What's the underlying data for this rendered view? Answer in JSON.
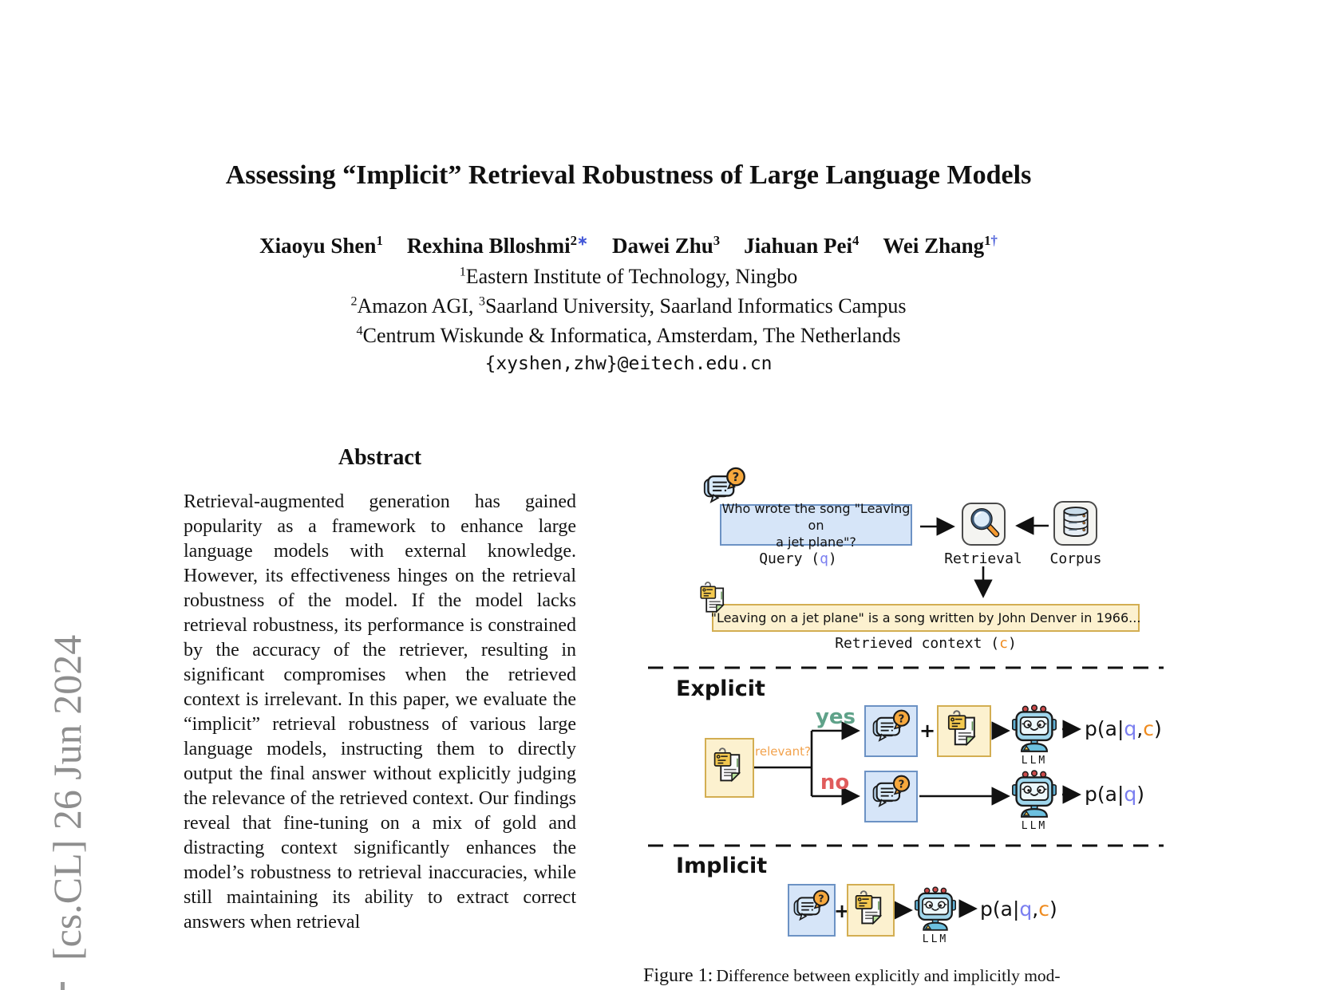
{
  "arxiv_sidebar": {
    "text": "[cs.CL] 26 Jun 2024"
  },
  "header": {
    "title": "Assessing “Implicit” Retrieval Robustness of Large Language Models",
    "authors": [
      {
        "name": "Xiaoyu Shen",
        "sup": "1",
        "mark": ""
      },
      {
        "name": "Rexhina Blloshmi",
        "sup": "2",
        "mark": "∗"
      },
      {
        "name": "Dawei Zhu",
        "sup": "3",
        "mark": ""
      },
      {
        "name": "Jiahuan Pei",
        "sup": "4",
        "mark": ""
      },
      {
        "name": "Wei Zhang",
        "sup": "1",
        "mark": "†"
      }
    ],
    "affiliations": [
      {
        "parts": [
          {
            "sup": "1",
            "text": "Eastern Institute of Technology, Ningbo"
          }
        ]
      },
      {
        "parts": [
          {
            "sup": "2",
            "text": "Amazon AGI, "
          },
          {
            "sup": "3",
            "text": "Saarland University, Saarland Informatics Campus"
          }
        ]
      },
      {
        "parts": [
          {
            "sup": "4",
            "text": "Centrum Wiskunde & Informatica, Amsterdam, The Netherlands"
          }
        ]
      }
    ],
    "email": "{xyshen,zhw}@eitech.edu.cn"
  },
  "abstract": {
    "heading": "Abstract",
    "text": "Retrieval-augmented generation has gained popularity as a framework to enhance large language models with external knowledge. However, its effectiveness hinges on the retrieval robustness of the model. If the model lacks retrieval robustness, its performance is constrained by the accuracy of the retriever, resulting in significant compromises when the retrieved context is irrelevant. In this paper, we evaluate the “implicit” retrieval robustness of various large language models, instructing them to directly output the final answer without explicitly judging the relevance of the retrieved context. Our findings reveal that fine-tuning on a mix of gold and distracting context significantly enhances the model’s robustness to retrieval inaccuracies, while still maintaining its ability to extract correct answers when retrieval"
  },
  "figure": {
    "pipeline": {
      "query": {
        "icon": "chat-question-icon",
        "box_text": "Who wrote the song \"Leaving on\na jet plane\"?",
        "label_pre": "Query (",
        "label_var": "q",
        "label_post": ")"
      },
      "retrieval": {
        "icon": "magnifier-icon",
        "label": "Retrieval"
      },
      "corpus": {
        "icon": "database-icon",
        "label": "Corpus"
      },
      "context": {
        "icon": "document-icon",
        "box_text": "\"Leaving on a jet plane\" is a song written by John Denver in 1966...",
        "label_pre": "Retrieved context (",
        "label_var": "c",
        "label_post": ")"
      }
    },
    "explicit": {
      "section_label": "Explicit",
      "relevant_label": "relevant?",
      "yes_label": "yes",
      "no_label": "no",
      "plus": "+",
      "llm_label": "LLM",
      "output_qc": {
        "pre": "p(a|",
        "q": "q",
        "comma": ",",
        "c": "c",
        "post": ")"
      },
      "output_q": {
        "pre": "p(a|",
        "q": "q",
        "post": ")"
      }
    },
    "implicit": {
      "section_label": "Implicit",
      "plus": "+",
      "llm_label": "LLM",
      "output_qc": {
        "pre": "p(a|",
        "q": "q",
        "comma": ",",
        "c": "c",
        "post": ")"
      }
    },
    "caption": {
      "label": "Figure 1:",
      "text": "Difference between explicitly and implicitly mod-"
    }
  },
  "colors": {
    "query_var": "#7b7ff0",
    "context_var": "#ef8b1f",
    "yes": "#5fa289",
    "no": "#e05c5c",
    "relevant": "#f2a24c",
    "author_mark": "#4458d8",
    "sidebar_gray": "#8e8e8e",
    "blue_box_fill": "#d6e5f8",
    "blue_box_border": "#6c92c4",
    "yellow_box_fill": "#fcf1cf",
    "yellow_box_border": "#d3ae52"
  }
}
